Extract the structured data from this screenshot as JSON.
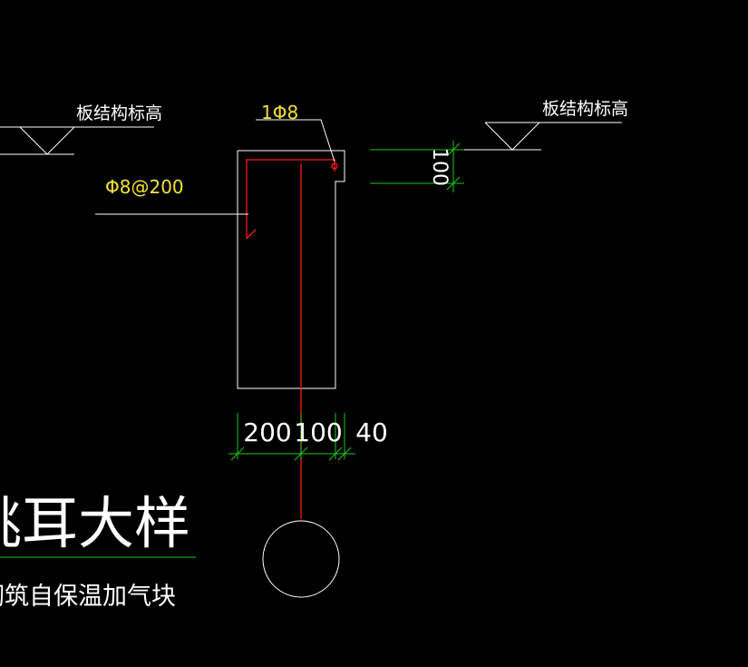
{
  "labels": {
    "elev_left": "板结构标高",
    "elev_right": "板结构标高",
    "rebar_top": "1Φ8",
    "rebar_stirrup": "Φ8@200",
    "dim_vertical": "100",
    "dim_200": "200",
    "dim_100": "100",
    "dim_40": "40",
    "title": "挑耳大样",
    "subtitle": "砌筑自保温加气块"
  },
  "colors": {
    "background": "#000000",
    "outline": "#ffffff",
    "rebar": "#ff1a1a",
    "dimension": "#19c819",
    "annotation": "#f2e23a"
  }
}
